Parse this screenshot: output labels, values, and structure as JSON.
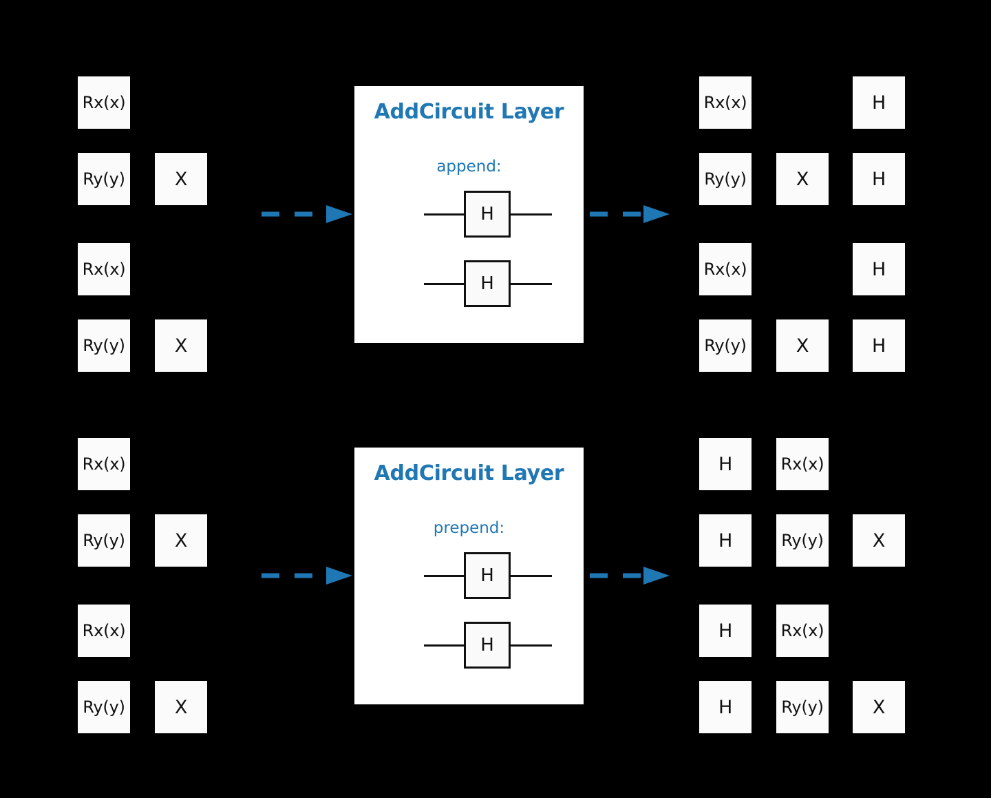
{
  "colors": {
    "background": "#000000",
    "gate_fill": "#fbfbfb",
    "gate_text": "#111111",
    "accent_blue": "#1f77b4",
    "wire": "#101010"
  },
  "diagram": {
    "type": "quantum-circuit-transformation",
    "sections": [
      {
        "id": "append-section",
        "input_circuit": {
          "label": "input-circuit-top",
          "rows": [
            {
              "wire": 0,
              "gates": [
                "Rx(x)"
              ]
            },
            {
              "wire": 1,
              "gates": [
                "Ry(y)",
                "X"
              ]
            },
            {
              "wire": 2,
              "gates": [
                "Rx(x)"
              ]
            },
            {
              "wire": 3,
              "gates": [
                "Ry(y)",
                "X"
              ]
            }
          ]
        },
        "panel": {
          "title": "AddCircuit Layer",
          "subtitle": "append:",
          "gates": [
            "H",
            "H"
          ]
        },
        "output_circuit": {
          "label": "output-circuit-top",
          "rows": [
            {
              "wire": 0,
              "gates": [
                "Rx(x)",
                "",
                "H"
              ]
            },
            {
              "wire": 1,
              "gates": [
                "Ry(y)",
                "X",
                "H"
              ]
            },
            {
              "wire": 2,
              "gates": [
                "Rx(x)",
                "",
                "H"
              ]
            },
            {
              "wire": 3,
              "gates": [
                "Ry(y)",
                "X",
                "H"
              ]
            }
          ]
        },
        "arrow_in": "dashed-arrow-right",
        "arrow_out": "dashed-arrow-right"
      },
      {
        "id": "prepend-section",
        "input_circuit": {
          "label": "input-circuit-bottom",
          "rows": [
            {
              "wire": 0,
              "gates": [
                "Rx(x)"
              ]
            },
            {
              "wire": 1,
              "gates": [
                "Ry(y)",
                "X"
              ]
            },
            {
              "wire": 2,
              "gates": [
                "Rx(x)"
              ]
            },
            {
              "wire": 3,
              "gates": [
                "Ry(y)",
                "X"
              ]
            }
          ]
        },
        "panel": {
          "title": "AddCircuit Layer",
          "subtitle": "prepend:",
          "gates": [
            "H",
            "H"
          ]
        },
        "output_circuit": {
          "label": "output-circuit-bottom",
          "rows": [
            {
              "wire": 0,
              "gates": [
                "H",
                "Rx(x)",
                ""
              ]
            },
            {
              "wire": 1,
              "gates": [
                "H",
                "Ry(y)",
                "X"
              ]
            },
            {
              "wire": 2,
              "gates": [
                "H",
                "Rx(x)",
                ""
              ]
            },
            {
              "wire": 3,
              "gates": [
                "H",
                "Ry(y)",
                "X"
              ]
            }
          ]
        },
        "arrow_in": "dashed-arrow-right",
        "arrow_out": "dashed-arrow-right"
      }
    ]
  }
}
